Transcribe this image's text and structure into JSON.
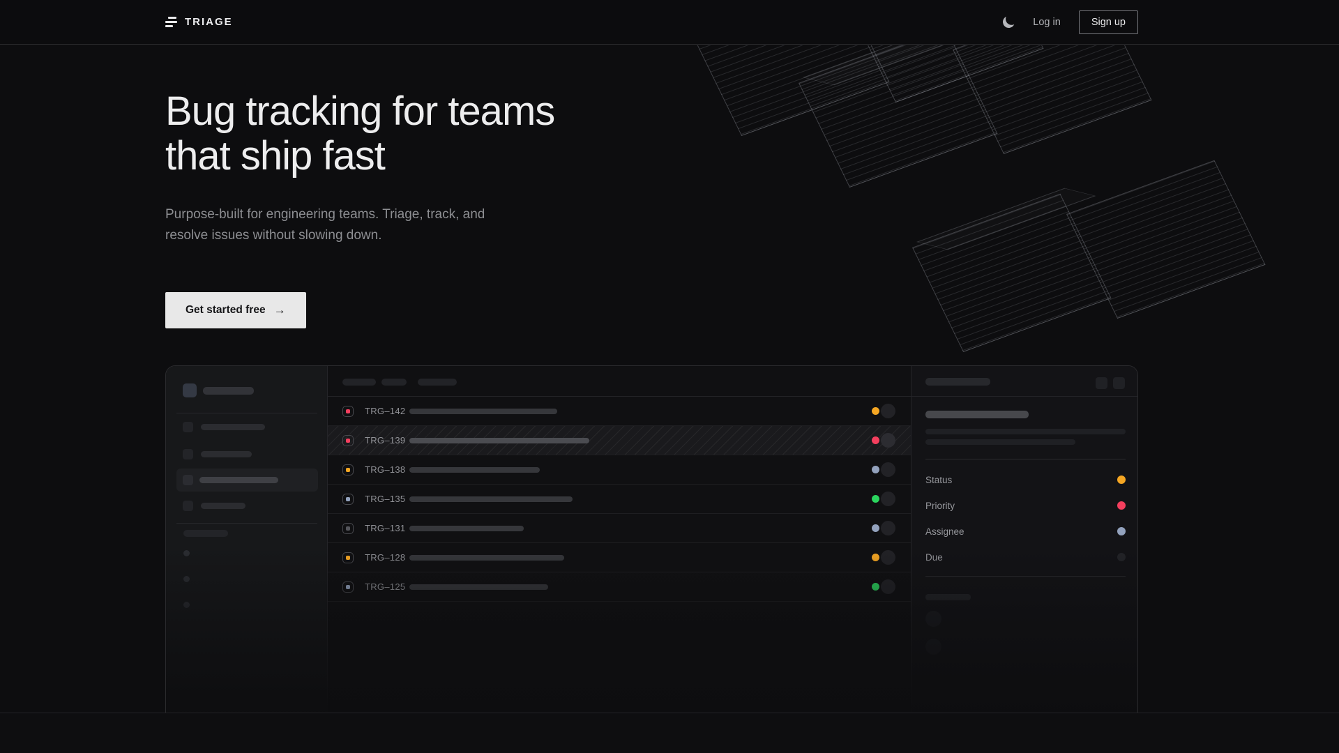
{
  "nav": {
    "logo_text": "TRIAGE",
    "logo_icon": "triage-bars-icon",
    "theme_toggle_icon": "moon-icon",
    "login_label": "Log in",
    "signup_label": "Sign up"
  },
  "hero": {
    "title_line1": "Bug tracking for teams",
    "title_line2": "that ship fast",
    "subtitle_line1": "Purpose-built for engineering teams. Triage, track, and",
    "subtitle_line2": "resolve issues without slowing down.",
    "cta_label": "Get started free",
    "cta_arrow_icon": "arrow-right-icon",
    "cta_arrow": "→"
  },
  "mockup": {
    "palette": {
      "pink": "#f43f5e",
      "amber": "#f5a623",
      "slate": "#93a2bd",
      "green": "#2bd55e",
      "gray": "#55565c",
      "dark": "#232428"
    },
    "issues": [
      {
        "id": "TRG–142",
        "icon": "pink",
        "status": "amber",
        "bar": 212,
        "selected": false
      },
      {
        "id": "TRG–139",
        "icon": "pink",
        "status": "pink",
        "bar": 258,
        "selected": true
      },
      {
        "id": "TRG–138",
        "icon": "amber",
        "status": "slate",
        "bar": 187,
        "selected": false
      },
      {
        "id": "TRG–135",
        "icon": "slate",
        "status": "green",
        "bar": 234,
        "selected": false
      },
      {
        "id": "TRG–131",
        "icon": "gray",
        "status": "slate",
        "bar": 164,
        "selected": false
      },
      {
        "id": "TRG–128",
        "icon": "amber",
        "status": "amber",
        "bar": 222,
        "selected": false
      },
      {
        "id": "TRG–125",
        "icon": "slate",
        "status": "green",
        "bar": 199,
        "selected": false
      }
    ],
    "detail_fields": [
      {
        "label": "Status",
        "dot": "amber"
      },
      {
        "label": "Priority",
        "dot": "pink"
      },
      {
        "label": "Assignee",
        "dot": "slate"
      },
      {
        "label": "Due",
        "dot": "dark"
      }
    ]
  }
}
